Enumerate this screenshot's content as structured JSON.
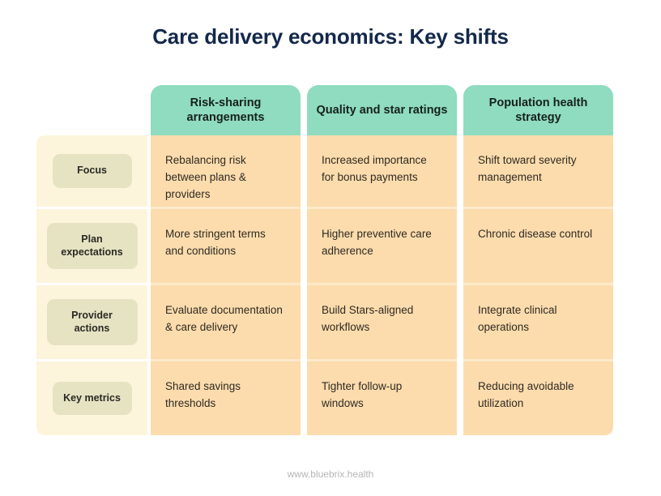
{
  "page": {
    "title": "Care delivery economics: Key shifts",
    "footer": "www.bluebrix.health"
  },
  "colors": {
    "title_text": "#13284b",
    "header_bg": "#8fdcc0",
    "header_text": "#17211f",
    "cell_bg": "#fcdcad",
    "cell_separator": "#fdeacb",
    "label_col_bg": "#fdf4dc",
    "label_pill_bg": "#e6e3c3",
    "body_text": "#2e2a22",
    "footer_text": "#b5b5b5",
    "page_bg": "#ffffff"
  },
  "table": {
    "columns": [
      {
        "header": "Risk-sharing arrangements"
      },
      {
        "header": "Quality and star ratings"
      },
      {
        "header": "Population health strategy"
      }
    ],
    "rows": [
      {
        "label": "Focus",
        "cells": [
          "Rebalancing risk between plans & providers",
          "Increased importance for bonus payments",
          "Shift toward severity management"
        ]
      },
      {
        "label": "Plan expectations",
        "cells": [
          "More stringent terms and conditions",
          "Higher preventive care adherence",
          "Chronic disease control"
        ]
      },
      {
        "label": "Provider actions",
        "cells": [
          "Evaluate documentation & care delivery",
          "Build Stars-aligned workflows",
          "Integrate clinical operations"
        ]
      },
      {
        "label": "Key metrics",
        "cells": [
          "Shared savings thresholds",
          "Tighter follow-up windows",
          "Reducing avoidable utilization"
        ]
      }
    ]
  }
}
